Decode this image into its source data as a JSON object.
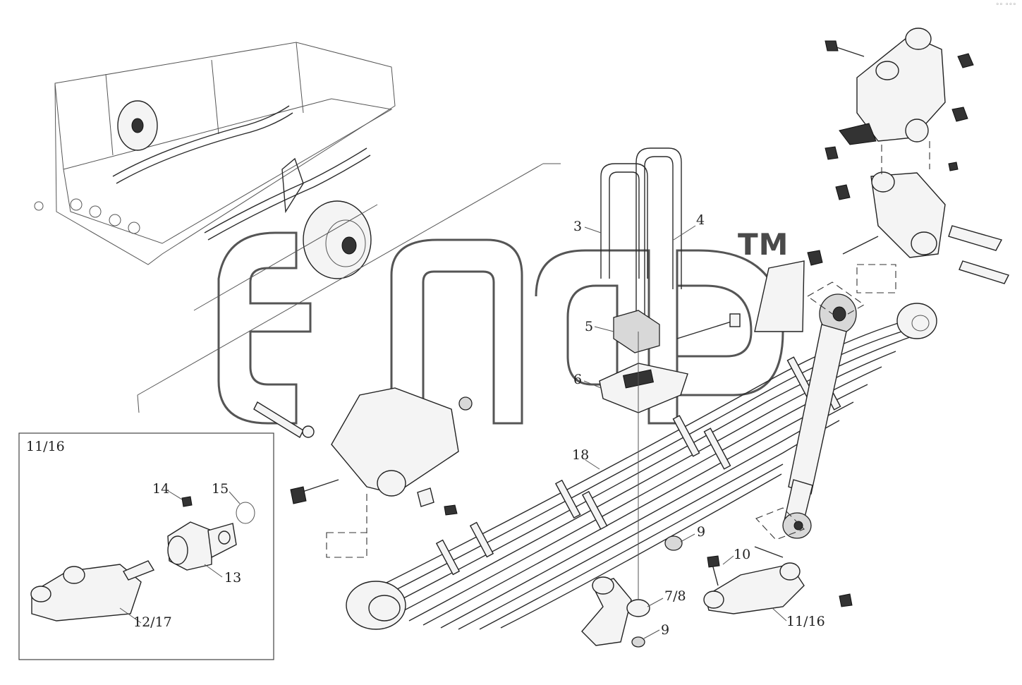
{
  "diagram": {
    "trademark": "TM",
    "corner_mark": "◦◦ ◦◦◦",
    "inset": {
      "title": "11/16"
    },
    "callouts": [
      {
        "id": "c3",
        "text": "3"
      },
      {
        "id": "c4",
        "text": "4"
      },
      {
        "id": "c5",
        "text": "5"
      },
      {
        "id": "c6",
        "text": "6"
      },
      {
        "id": "c18",
        "text": "18"
      },
      {
        "id": "c9a",
        "text": "9"
      },
      {
        "id": "c10",
        "text": "10"
      },
      {
        "id": "c78",
        "text": "7/8"
      },
      {
        "id": "c9b",
        "text": "9"
      },
      {
        "id": "c1116",
        "text": "11/16"
      },
      {
        "id": "c14",
        "text": "14"
      },
      {
        "id": "c15",
        "text": "15"
      },
      {
        "id": "c13",
        "text": "13"
      },
      {
        "id": "c1217",
        "text": "12/17"
      }
    ]
  }
}
